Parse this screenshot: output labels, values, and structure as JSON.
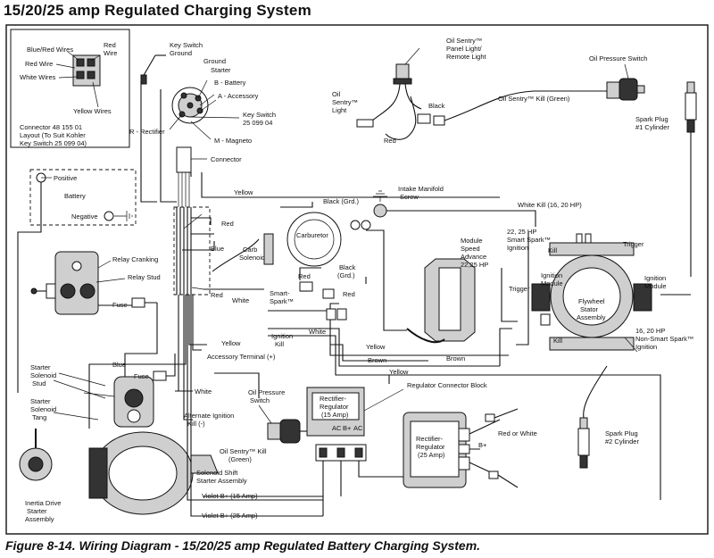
{
  "title": "15/20/25 amp Regulated Charging System",
  "caption": "Figure 8-14. Wiring Diagram - 15/20/25 amp Regulated Battery Charging System.",
  "inset": {
    "blue_red_wires": "Blue/Red Wires",
    "red_wire_top": "Red",
    "red_wire_top2": "Wire",
    "red_wire": "Red Wire",
    "white_wires": "White Wires",
    "yellow_wires": "Yellow Wires",
    "connector_line1": "Connector 48 155 01",
    "connector_line2": "Layout (To Suit Kohler",
    "connector_line3": "Key Switch 25 099 04)"
  },
  "key_switch": {
    "ground1": "Key Switch",
    "ground2": "Ground",
    "ground": "Ground",
    "starter": "Starter",
    "battery": "B - Battery",
    "accessory": "A - Accessory",
    "key_switch1": "Key Switch",
    "key_switch2": "25 099 04",
    "rectifier": "R - Rectifier",
    "magneto": "M - Magneto",
    "connector": "Connector"
  },
  "oil_sentry": {
    "panel1": "Oil Sentry™",
    "panel2": "Panel Light/",
    "panel3": "Remote Light",
    "light1": "Oil",
    "light2": "Sentry™",
    "light3": "Light",
    "black": "Black",
    "red": "Red",
    "kill_green": "Oil Sentry™ Kill (Green)",
    "pressure_switch": "Oil Pressure Switch"
  },
  "spark_plug1": {
    "line1": "Spark Plug",
    "line2": "#1 Cylinder"
  },
  "spark_plug2": {
    "line1": "Spark Plug",
    "line2": "#2 Cylinder"
  },
  "battery": {
    "positive": "Positive",
    "battery": "Battery",
    "negative": "Negative"
  },
  "wires": {
    "yellow_top": "Yellow",
    "black_grd": "Black (Grd.)",
    "intake1": "Intake Manifold",
    "intake2": "Screw",
    "white_kill": "White Kill (16, 20 HP)",
    "red1": "Red",
    "blue1": "Blue",
    "carb1": "Carb",
    "carb2": "Solenoid",
    "carburetor": "Carburetor",
    "black2a": "Black",
    "black2b": "(Grd.)",
    "red2": "Red",
    "red3": "Red",
    "red4": "Red",
    "white1": "White",
    "smart1": "Smart-",
    "smart2": "Spark™",
    "ignition_kill1": "Ignition",
    "ignition_kill2": "Kill",
    "white2": "White",
    "yellow2": "Yellow",
    "yellow3": "Yellow",
    "brown1": "Brown",
    "brown2": "Brown",
    "yellow4": "Yellow",
    "accessory_terminal": "Accessory Terminal (+)",
    "blue2": "Blue",
    "white3": "White",
    "relay_cranking": "Relay Cranking",
    "relay_stud": "Relay Stud",
    "fuse1": "Fuse",
    "fuse2": "Fuse",
    "starter_solenoid1": "Starter",
    "starter_solenoid2": "Solenoid",
    "starter_solenoid3": "Stud",
    "starter_tang1": "Starter",
    "starter_tang2": "Solenoid",
    "starter_tang3": "Tang",
    "inertia1": "Inertia Drive",
    "inertia2": "Starter",
    "inertia3": "Assembly",
    "alt_kill1": "Alternate Ignition",
    "alt_kill2": "Kill (-)",
    "oil_pressure1": "Oil Pressure",
    "oil_pressure2": "Switch",
    "oil_kill1": "Oil Sentry™ Kill",
    "oil_kill2": "(Green)",
    "solenoid_shift1": "Solenoid Shift",
    "solenoid_shift2": "Starter Assembly",
    "violet15": "Violet B+ (15 Amp)",
    "violet25": "Violet B+ (25 Amp)",
    "reg_connector": "Regulator Connector Block",
    "red_or_white": "Red or White",
    "b_plus": "B+"
  },
  "module": {
    "speed1": "Module",
    "speed2": "Speed",
    "speed3": "Advance",
    "speed4": "22,25 HP",
    "smart1": "22, 25 HP",
    "smart2": "Smart Spark™",
    "smart3": "Ignition",
    "kill_a": "Kill",
    "trigger_a": "Trigger",
    "ign_module1": "Ignition",
    "ign_module2": "Module",
    "trigger_b": "Trigger",
    "ign_module3": "Ignition",
    "ign_module4": "Module",
    "flywheel1": "Flywheel",
    "flywheel2": "Stator",
    "flywheel3": "Assembly",
    "kill_b": "Kill",
    "nonsmart1": "16, 20 HP",
    "nonsmart2": "Non-Smart Spark™",
    "nonsmart3": "Ignition"
  },
  "regulator15": {
    "line1": "Rectifier-",
    "line2": "Regulator",
    "line3": "(15 Amp)",
    "ac1": "AC",
    "bp": "B+",
    "ac2": "AC"
  },
  "regulator25": {
    "line1": "Rectifier-",
    "line2": "Regulator",
    "line3": "(25 Amp)"
  }
}
